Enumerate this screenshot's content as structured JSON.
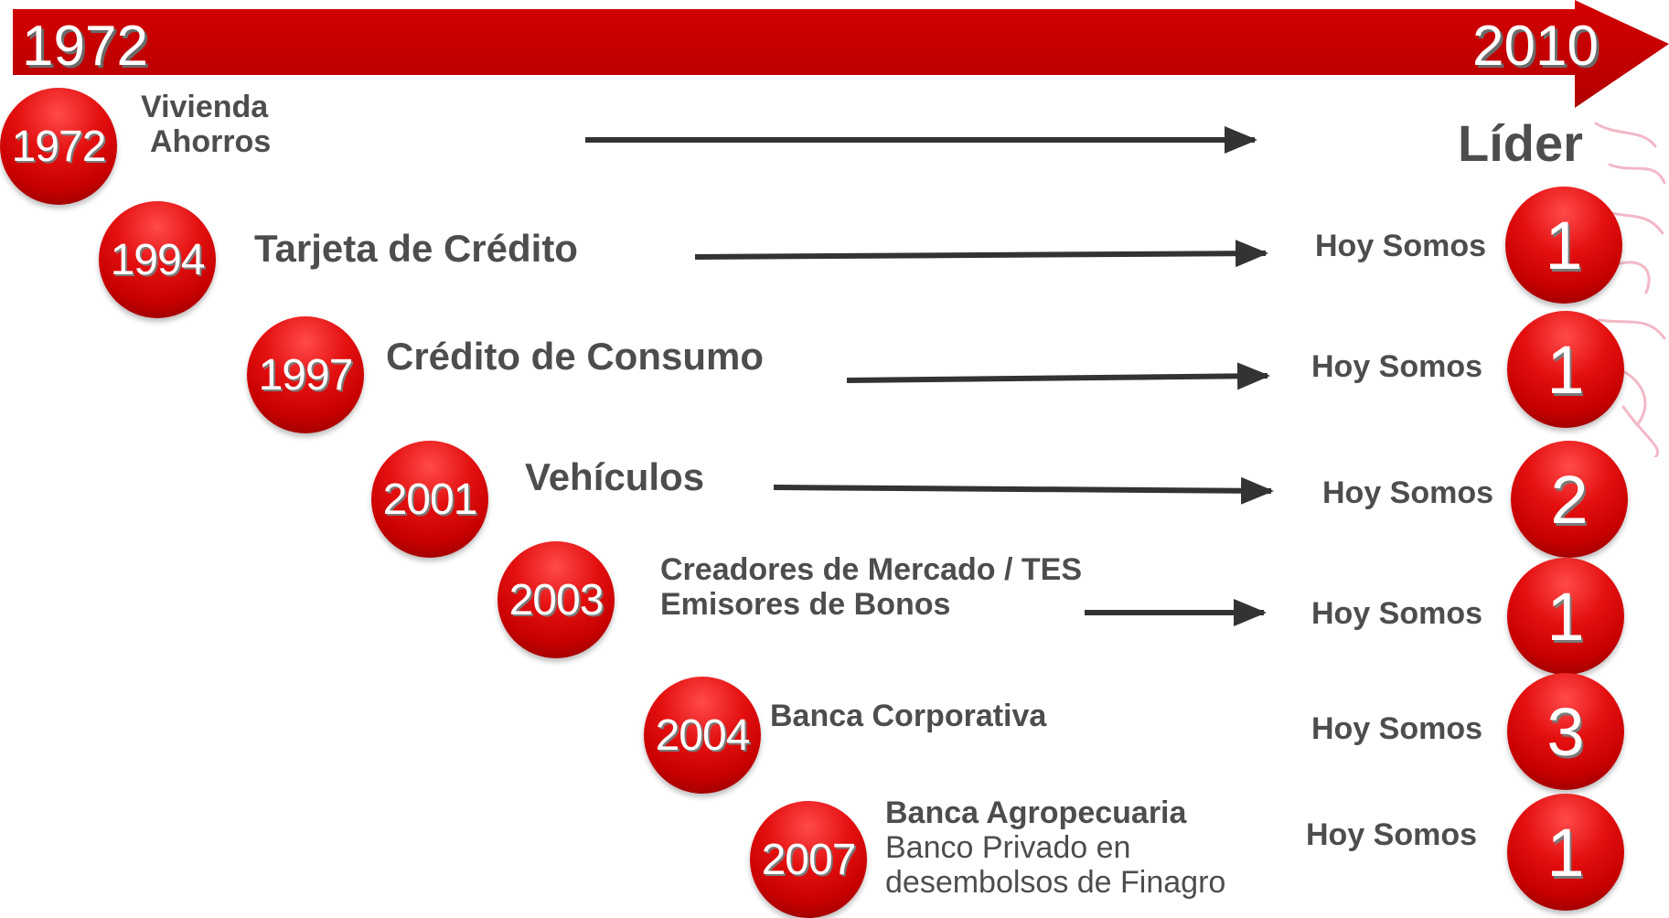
{
  "header": {
    "start_year": "1972",
    "end_year": "2010"
  },
  "lider_label": "Líder",
  "rows": [
    {
      "year": "1972",
      "title": "Vivienda",
      "title2": "Ahorros"
    },
    {
      "year": "1994",
      "title": "Tarjeta de Crédito",
      "hoy": "Hoy Somos",
      "rank": "1"
    },
    {
      "year": "1997",
      "title": "Crédito de Consumo",
      "hoy": "Hoy Somos",
      "rank": "1"
    },
    {
      "year": "2001",
      "title": "Vehículos",
      "hoy": "Hoy Somos",
      "rank": "2"
    },
    {
      "year": "2003",
      "title": "Creadores de Mercado / TES",
      "title2": "Emisores de Bonos",
      "hoy": "Hoy Somos",
      "rank": "1"
    },
    {
      "year": "2004",
      "title": "Banca Corporativa",
      "hoy": "Hoy Somos",
      "rank": "3"
    },
    {
      "year": "2007",
      "title": "Banca Agropecuaria",
      "title2": "Banco Privado en",
      "title3": "desembolsos de Finagro",
      "hoy": "Hoy Somos",
      "rank": "1"
    }
  ],
  "colors": {
    "banner": "#c00000",
    "bubble": "#d60000",
    "text": "#4d4d4d",
    "arrow": "#333333"
  }
}
